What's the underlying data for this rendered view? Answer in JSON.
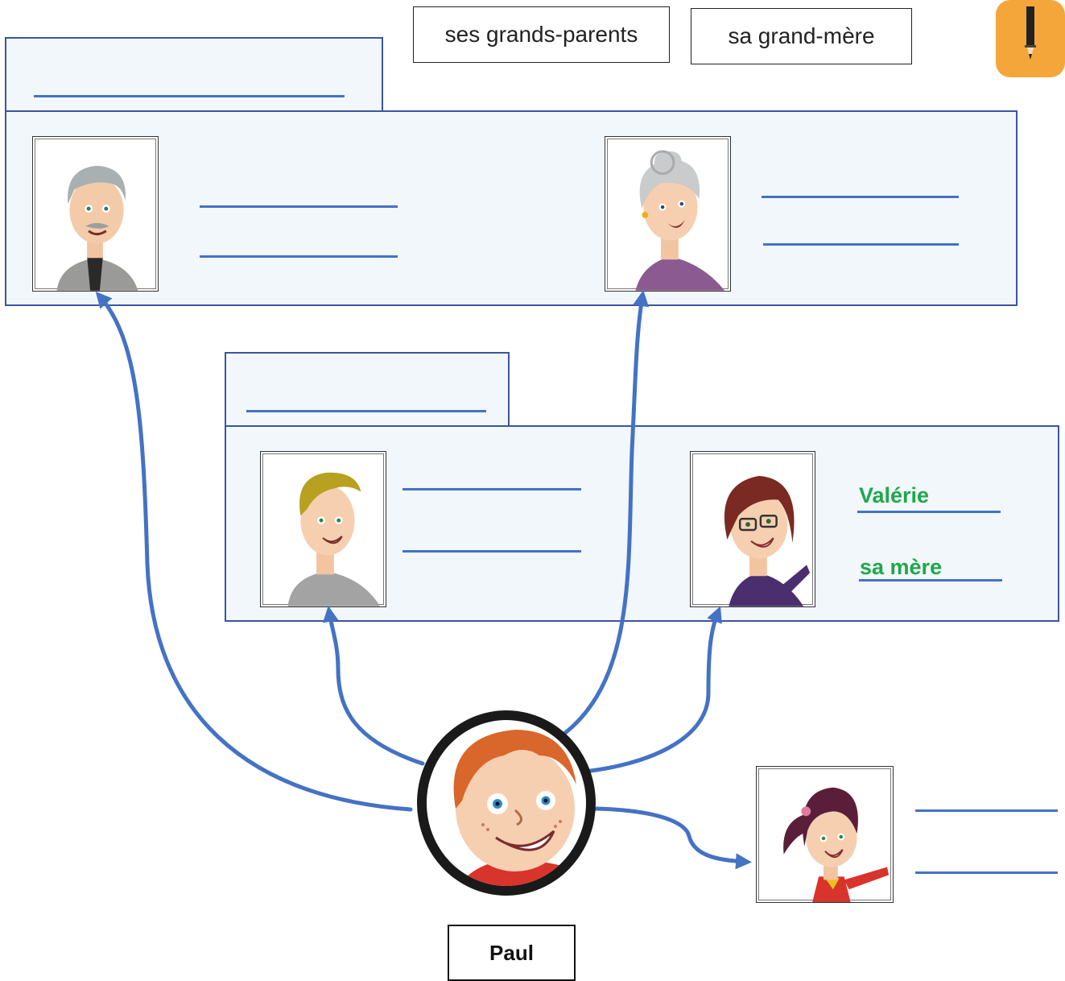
{
  "word_bank": [
    "ses grands-parents",
    "sa grand-mère"
  ],
  "center_person": {
    "name": "Paul"
  },
  "answers": {
    "mother_name": "Valérie",
    "mother_relation": "sa mère"
  },
  "colors": {
    "arrow": "#4472c4",
    "panel_border": "#3b55a0",
    "panel_fill": "#f2f7fc",
    "answer_text": "#1ea84a",
    "badge": "#f5a63a"
  },
  "icons": [
    "pencil-icon",
    "grandfather-portrait",
    "grandmother-portrait",
    "father-portrait",
    "mother-portrait",
    "paul-portrait",
    "sister-portrait"
  ]
}
